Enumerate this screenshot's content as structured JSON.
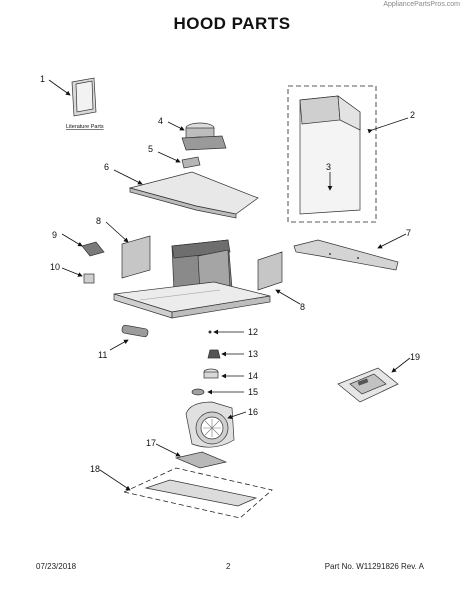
{
  "header": {
    "watermark": "AppliancePartsPros.com",
    "title": "HOOD PARTS"
  },
  "callouts": [
    "1",
    "2",
    "3",
    "4",
    "5",
    "6",
    "7",
    "8",
    "8",
    "9",
    "10",
    "11",
    "12",
    "13",
    "14",
    "15",
    "16",
    "17",
    "18",
    "19"
  ],
  "literature_label": "Literature Parts",
  "footer": {
    "date": "07/23/2018",
    "page": "2",
    "part_number": "Part No. W11291826  Rev. A"
  }
}
